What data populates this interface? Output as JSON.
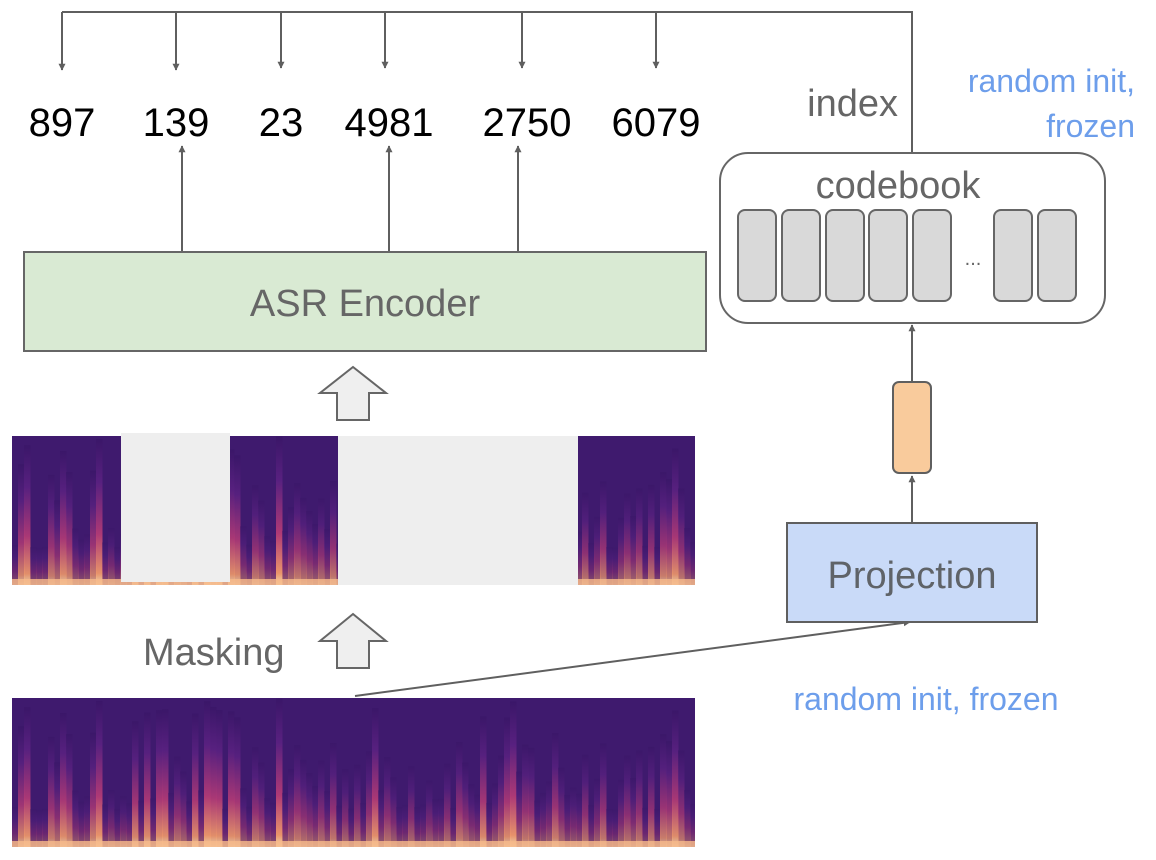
{
  "tokens": [
    "897",
    "139",
    "23",
    "4981",
    "2750",
    "6079"
  ],
  "labels": {
    "index": "index",
    "codebook": "codebook",
    "ellipsis": "...",
    "encoder": "ASR Encoder",
    "projection": "Projection",
    "masking": "Masking",
    "codebook_note_line1": "random init,",
    "codebook_note_line2": "frozen",
    "projection_note": "random init, frozen"
  },
  "colors": {
    "line": "#5f5f5f",
    "encoder_fill": "#d9ead3",
    "projection_fill": "#c9daf8",
    "vector_fill": "#f9cb9c",
    "codebook_entry_fill": "#d9d9d9",
    "mask_fill": "#eeeeee",
    "note_blue": "#6d9eeb",
    "label_gray": "#5f6368",
    "token_black": "#000000"
  }
}
